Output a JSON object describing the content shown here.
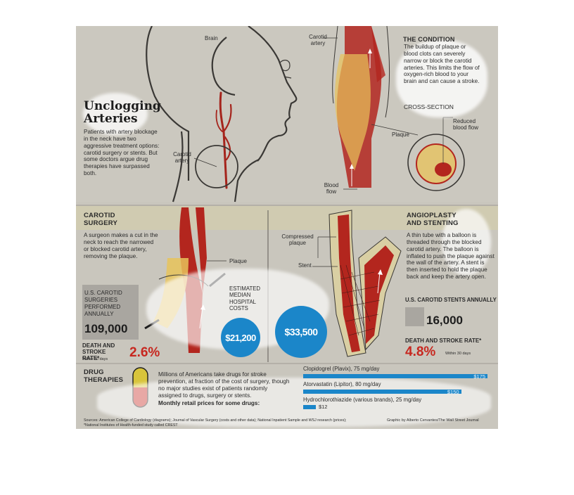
{
  "title": "Unclogging Arteries",
  "intro": "Patients with artery blockage in the neck have two aggressive treatment options: carotid surgery or stents. But some doctors argue drug therapies have surpassed both.",
  "labels": {
    "brain": "Brain",
    "carotid_artery_head": "Carotid artery",
    "carotid_artery_top": "Carotid artery",
    "blood_flow": "Blood flow",
    "plaque_top": "Plaque",
    "cross_section": "CROSS-SECTION",
    "reduced_blood_flow": "Reduced blood flow",
    "plaque_surgery": "Plaque",
    "compressed_plaque": "Compressed plaque",
    "stent": "Stent"
  },
  "condition": {
    "heading": "THE CONDITION",
    "text": "The buildup of plaque or blood clots can severely narrow or block the carotid arteries. This limits the flow of oxygen-rich blood to your brain and can cause a stroke."
  },
  "surgery": {
    "heading": "CAROTID SURGERY",
    "text": "A surgeon makes a cut in the neck to reach the narrowed or blocked carotid artery, removing the plaque.",
    "stat_label": "U.S. CAROTID SURGERIES PERFORMED ANNUALLY",
    "stat_value": "109,000",
    "rate_label": "DEATH AND STROKE RATE*",
    "rate_note": "Within 30 days",
    "rate_value": "2.6%"
  },
  "costs": {
    "label": "ESTIMATED MEDIAN HOSPITAL COSTS",
    "surgery_cost": "$21,200",
    "stent_cost": "$33,500"
  },
  "stenting": {
    "heading": "ANGIOPLASTY AND STENTING",
    "text": "A thin tube with a balloon is threaded through the blocked carotid artery. The balloon is inflated to push the plaque against the wall of the artery. A stent is then inserted to hold the plaque back and keep the artery open.",
    "stat_label": "U.S. CAROTID STENTS ANNUALLY",
    "stat_value": "16,000",
    "rate_label": "DEATH AND STROKE RATE*",
    "rate_note": "Within 30 days",
    "rate_value": "4.8%"
  },
  "drugs": {
    "heading": "DRUG THERAPIES",
    "text": "Millions of Americans take drugs for stroke prevention, at fraction of the cost of surgery, though no major studies exist of patients randomly assigned to drugs, surgery or stents.",
    "subhead": "Monthly retail prices for some drugs:",
    "items": [
      {
        "name": "Clopidogrel (Plavix), 75 mg/day",
        "price": "$175",
        "value": 175
      },
      {
        "name": "Atorvastatin (Lipitor), 80 mg/day",
        "price": "$150",
        "value": 150
      },
      {
        "name": "Hydrochlorothiazide (various brands), 25 mg/day",
        "price": "$12",
        "value": 12
      }
    ]
  },
  "footer": {
    "sources": "Sources: American College of Cardiology (diagrams); Journal of Vascular Surgery (costs and other data); National Inpatient Sample and WSJ research (prices); *National Institutes of Health-funded study called CREST",
    "credit": "Graphic by Alberto Cervantes/The Wall Street Journal"
  },
  "colors": {
    "background": "#c9c6bd",
    "artery_red": "#b3261e",
    "plaque_yellow": "#e8c35a",
    "cost_blue": "#1b86c9",
    "rate_red": "#c7271f"
  }
}
